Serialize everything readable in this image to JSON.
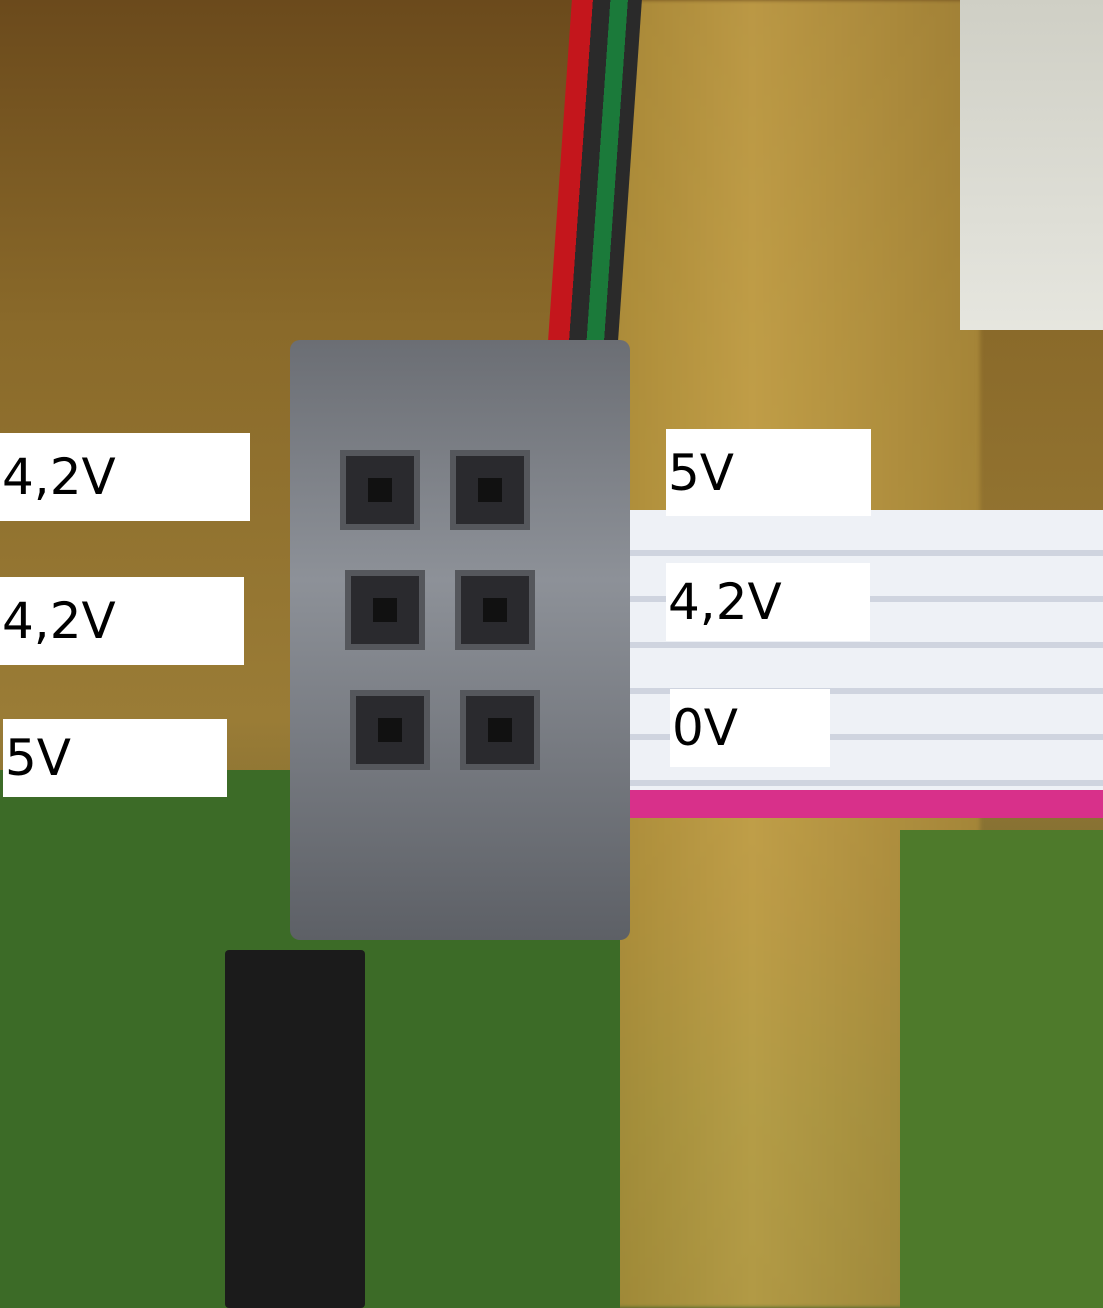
{
  "image": {
    "description": "Close-up photo of a 2x3 pin ribbon-cable connector with voltage annotations",
    "left_labels": [
      "4,2V",
      "4,2V",
      "5V"
    ],
    "right_labels": [
      "5V",
      "4,2V",
      "0V"
    ],
    "colors": {
      "label_background": "#ffffff",
      "label_text": "#000000",
      "ribbon_stripe": "#d8308a",
      "pcb_green": "#3c6b27",
      "wood": "#c9a64c"
    }
  }
}
